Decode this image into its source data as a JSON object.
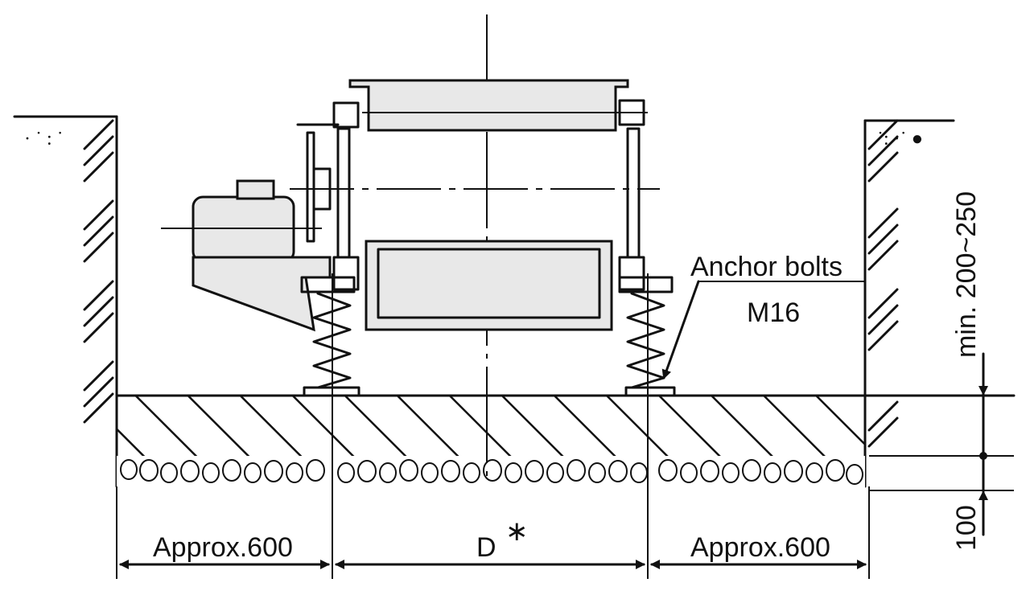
{
  "labels": {
    "anchor_bolts": "Anchor bolts",
    "bolt_size": "M16",
    "depth_range": "min. 200~250",
    "base_thickness": "100",
    "left_clearance": "Approx.600",
    "span": "D",
    "span_note": "∗",
    "right_clearance": "Approx.600"
  }
}
